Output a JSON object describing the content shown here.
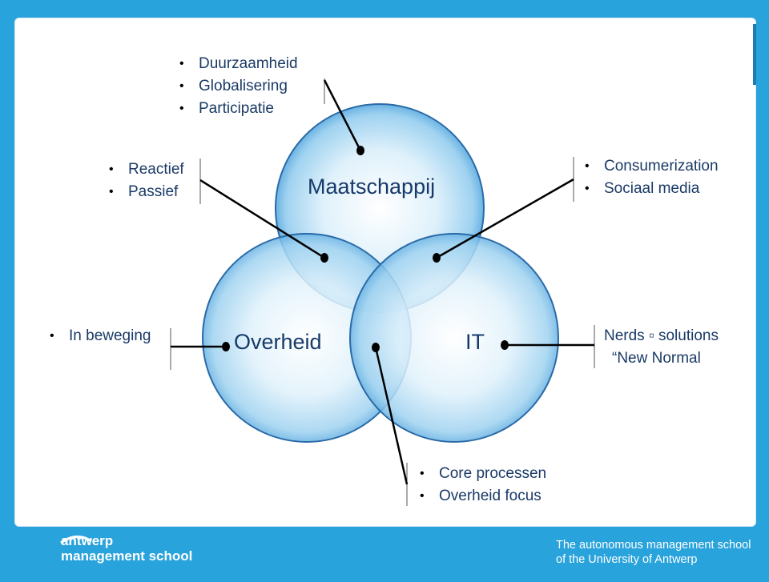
{
  "diagram": {
    "circles": {
      "top": "Maatschappij",
      "left": "Overheid",
      "right": "IT"
    },
    "callouts": {
      "top_left_list": [
        "Duurzaamheid",
        "Globalisering",
        "Participatie"
      ],
      "left_list": [
        "Reactief",
        "Passief"
      ],
      "right_top_list": [
        "Consumerization",
        "Sociaal media"
      ],
      "far_left_list": [
        "In beweging"
      ],
      "far_right_lines": [
        "Nerds ▫ solutions",
        "“New Normal"
      ],
      "bottom_list": [
        "Core processen",
        "Overheid focus"
      ]
    }
  },
  "footer": {
    "logo_line1": "antwerp",
    "logo_line2": "management school",
    "tagline_line1": "The autonomous management school",
    "tagline_line2": "of the University of Antwerp"
  },
  "colors": {
    "background": "#29a3dc",
    "circle_fill": "#bfe3f7",
    "circle_stroke": "#2a6aa8",
    "text": "#1a3a66"
  }
}
